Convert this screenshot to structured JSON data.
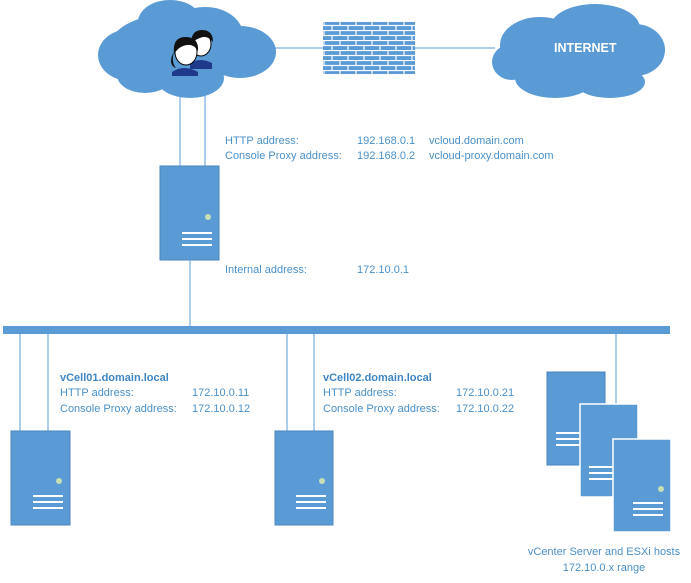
{
  "colors": {
    "accent": "#5b9bd5",
    "text": "#4a90c8",
    "line": "#5b9bd5",
    "led": "#c6e0b4"
  },
  "internet_cloud": {
    "label": "INTERNET"
  },
  "users_cloud": {
    "icon": "users-icon"
  },
  "firewall": {
    "icon": "brick-wall-icon"
  },
  "proxy": {
    "http_label": "HTTP address:",
    "http_ip": "192.168.0.1",
    "http_host": "vcloud.domain.com",
    "console_label": "Console Proxy address:",
    "console_ip": "192.168.0.2",
    "console_host": "vcloud-proxy.domain.com",
    "internal_label": "Internal address:",
    "internal_ip": "172.10.0.1"
  },
  "cell1": {
    "name": "vCell01.domain.local",
    "http_label": "HTTP address:",
    "http_ip": "172.10.0.11",
    "console_label": "Console Proxy address:",
    "console_ip": "172.10.0.12"
  },
  "cell2": {
    "name": "vCell02.domain.local",
    "http_label": "HTTP address:",
    "http_ip": "172.10.0.21",
    "console_label": "Console Proxy address:",
    "console_ip": "172.10.0.22"
  },
  "hosts": {
    "line1": "vCenter Server and ESXi hosts",
    "line2": "172.10.0.x range"
  }
}
